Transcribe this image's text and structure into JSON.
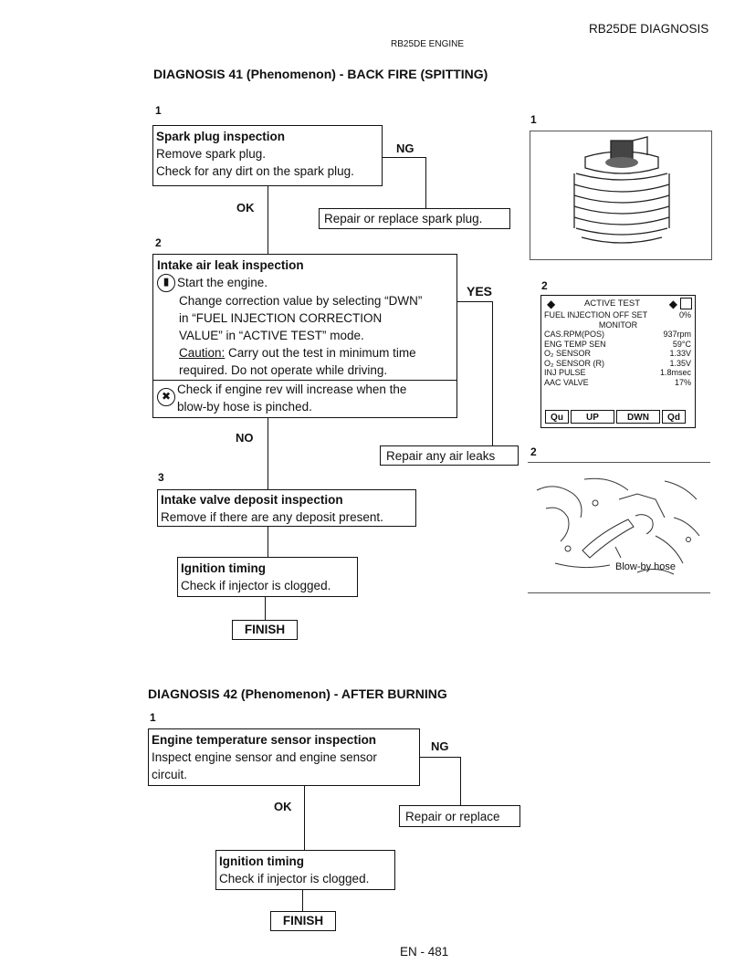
{
  "header": {
    "right": "RB25DE DIAGNOSIS",
    "center": "RB25DE ENGINE"
  },
  "diag41": {
    "title": "DIAGNOSIS 41 (Phenomenon) - BACK FIRE (SPITTING)",
    "step1": {
      "num": "1",
      "title": "Spark plug inspection",
      "lines": [
        "Remove spark plug.",
        "Check for any dirt on the spark plug."
      ],
      "ng": "NG",
      "ok": "OK",
      "repair": "Repair or replace spark plug."
    },
    "step2": {
      "num": "2",
      "title": "Intake air leak inspection",
      "lines": [
        "Start the engine.",
        "Change correction value by selecting “DWN”",
        "in “FUEL INJECTION CORRECTION",
        "VALUE” in “ACTIVE TEST” mode."
      ],
      "caution_label": "Caution:",
      "caution_rest": " Carry out the test in minimum time",
      "caution_line2": "required.  Do not operate while driving.",
      "check_lines": [
        "Check if engine rev will increase when the",
        "blow-by hose is pinched."
      ],
      "yes": "YES",
      "no": "NO",
      "repair": "Repair any air leaks"
    },
    "step3": {
      "num": "3",
      "title": "Intake valve deposit inspection",
      "line": "Remove if there are any deposit present."
    },
    "ignition": {
      "title": "Ignition timing",
      "line": "Check if injector is clogged."
    },
    "finish": "FINISH"
  },
  "figures": {
    "fig1_num": "1",
    "fig2_num": "2",
    "fig3_num": "2",
    "fig3_label": "Blow-by hose",
    "monitor": {
      "header": "ACTIVE TEST",
      "fuel_label": "FUEL INJECTION OFF SET",
      "fuel_value": "0%",
      "monitor_label": "MONITOR",
      "rows": [
        {
          "label": "CAS.RPM(POS)",
          "value": "937rpm"
        },
        {
          "label": "ENG TEMP SEN",
          "value": "59°C"
        },
        {
          "label": "O₂ SENSOR",
          "value": "1.33V"
        },
        {
          "label": "O₂ SENSOR (R)",
          "value": "1.35V"
        },
        {
          "label": "INJ PULSE",
          "value": "1.8msec"
        },
        {
          "label": "AAC VALVE",
          "value": "17%"
        }
      ],
      "buttons": [
        "Qu",
        "UP",
        "DWN",
        "Qd"
      ]
    }
  },
  "diag42": {
    "title": "DIAGNOSIS 42 (Phenomenon) - AFTER BURNING",
    "step1": {
      "num": "1",
      "title": "Engine temperature sensor inspection",
      "lines": [
        "Inspect engine sensor and engine sensor",
        "circuit."
      ],
      "ng": "NG",
      "ok": "OK",
      "repair": "Repair or replace"
    },
    "ignition": {
      "title": "Ignition timing",
      "line": "Check if injector is clogged."
    },
    "finish": "FINISH"
  },
  "footer": {
    "page": "EN - 481"
  }
}
